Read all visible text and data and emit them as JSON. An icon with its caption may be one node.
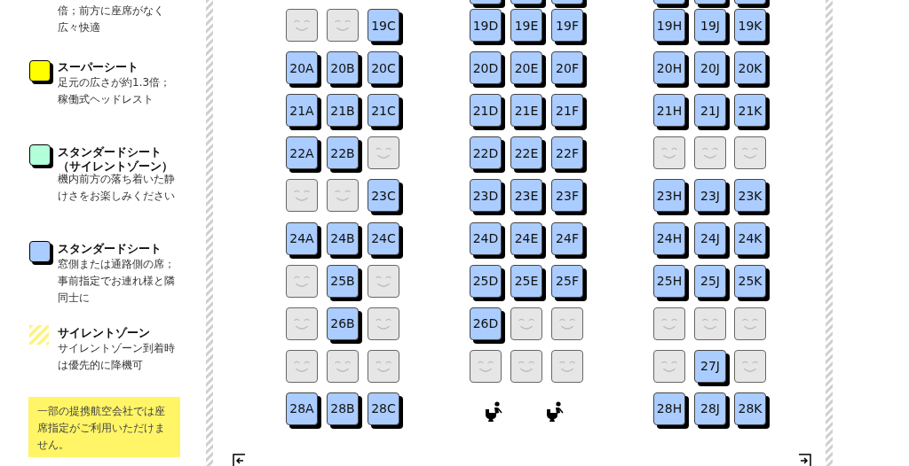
{
  "diagram": {
    "labels": [
      "倍；前方に座席がなく広々快適",
      "足元の広さが約1.3倍；稼働式ヘッドレスト",
      "機内前方の落ち着いた静けさをお楽しみください",
      "窓側または通路側の席；事前指定でお連れ様と隣同士に",
      "サイレントゾーン到着時は優先的に降機可",
      "一部の提携航空会社では座席指定がご利用いただけません。",
      "19C",
      "19D",
      "19E",
      "19F",
      "19H",
      "19J",
      "19K",
      "20A",
      "20B",
      "20C",
      "20D",
      "20E",
      "20F",
      "20H",
      "20J",
      "20K",
      "21A",
      "21B",
      "21C",
      "21D",
      "21E",
      "21F",
      "21H",
      "21J",
      "21K",
      "22A",
      "22B",
      "22D",
      "22E",
      "22F",
      "23C",
      "23D",
      "23E",
      "23F",
      "23H",
      "23J",
      "23K",
      "24A",
      "24B",
      "24C",
      "24D",
      "24E",
      "24F",
      "24H",
      "24J",
      "24K",
      "25B",
      "25D",
      "25E",
      "25F",
      "25H",
      "25J",
      "25K",
      "26B",
      "26D",
      "27J",
      "28A",
      "28B",
      "28C",
      "28H",
      "28J",
      "28K"
    ],
    "legend": [
      {
        "text": "スーパーシート",
        "color": "#ffff00"
      },
      {
        "text": "スタンダードシート（サイレントゾーン）",
        "color": "#b3ffd9"
      },
      {
        "text": "スタンダードシート",
        "color": "#aaccff"
      },
      {
        "text": "サイレントゾーン"
      }
    ]
  }
}
